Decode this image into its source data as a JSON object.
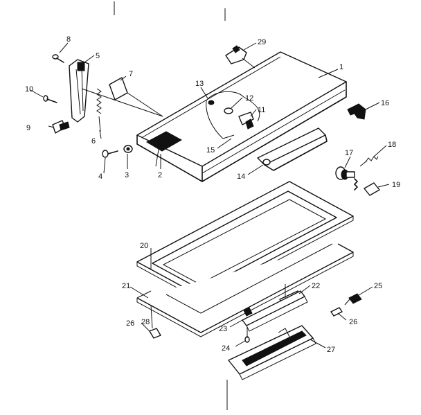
{
  "diagram": {
    "callouts": [
      "1",
      "2",
      "3",
      "4",
      "5",
      "6",
      "7",
      "8",
      "9",
      "10",
      "11",
      "12",
      "13",
      "14",
      "15",
      "16",
      "17",
      "18",
      "19",
      "20",
      "21",
      "22",
      "23",
      "24",
      "25",
      "26",
      "26",
      "27",
      "28",
      "29"
    ]
  }
}
